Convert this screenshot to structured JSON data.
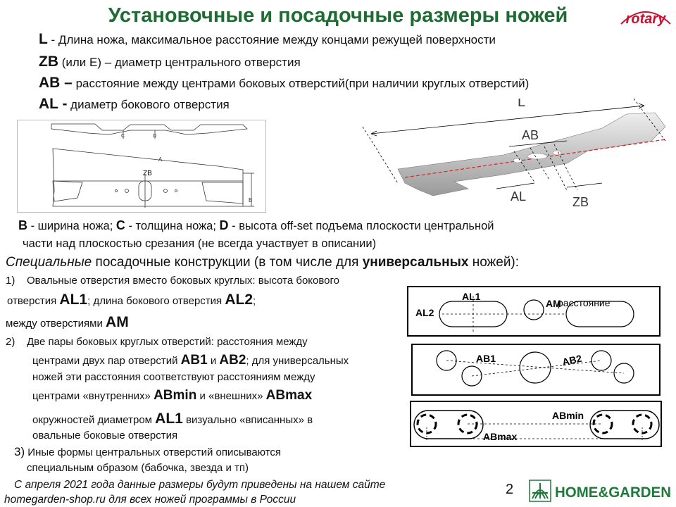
{
  "title": "Установочные и посадочные размеры ножей",
  "logo_rotary": "rotary",
  "definitions": {
    "L": {
      "term": "L",
      "text": "  - Длина ножа, максимальное  расстояние  между концами режущей поверхности"
    },
    "ZB": {
      "term": "ZB",
      "text": " (или E) – диаметр  центрального  отверстия"
    },
    "AB": {
      "term": "AB –",
      "text": " расстояние  между центрами  боковых отверстий(при  наличии  круглых отверстий)"
    },
    "AL": {
      "term": "AL -",
      "text": "  диаметр  бокового  отверстия"
    }
  },
  "fig_left": {
    "label_zb": "ZB",
    "label_a": "A",
    "label_b": "B",
    "label_c": "C",
    "label_d": "D"
  },
  "fig_right": {
    "label_l": "L",
    "label_ab": "AB",
    "label_al": "AL",
    "label_zb": "ZB"
  },
  "bcd": {
    "B": "B",
    "B_text": " - ширина ножа;",
    "C": "C",
    "C_text": " - толщина ножа;",
    "D": "D",
    "D_text": "  -  высота off-set подъема плоскости  центральной",
    "line2": "части над плоскостью срезания  (не  всегда участвует в описании)"
  },
  "special": {
    "em": "Специальные",
    "text1": " посадочные конструкции (в том числе для ",
    "strong": "универсальных",
    "text2": " ножей):"
  },
  "item1": {
    "num": "1)",
    "a": "Овальные отверстия вместо боковых круглых: высота бокового",
    "b1": "отверстия ",
    "AL1": "AL1",
    "b2": "; длина бокового отверстия ",
    "AL2": "AL2",
    "b3": ";",
    "c1": "между отверстиями ",
    "AM": "AM"
  },
  "item2": {
    "num": "2)",
    "a": "Две пары боковых круглых отверстий: расстояния между",
    "b1": "центрами двух пар отверстий ",
    "AB1": "AB1",
    "b2": " и ",
    "AB2": "AB2",
    "b3": "; для универсальных",
    "c": "ножей  эти расстояния соответствуют  расстояниям между",
    "d1": "центрами «внутренних» ",
    "ABmin": "ABmin",
    "d2": "  и «внешних» ",
    "ABmax": "ABmax",
    "e1": "окружностей диаметром ",
    "AL1": "AL1",
    "e2": " визуально «вписанных» в",
    "f": "овальные боковые отверстия"
  },
  "item3": {
    "num": "3)",
    "a": " Иные  формы центральных отверстий описываются",
    "b": "специальным образом (бабочка, звезда и тп)"
  },
  "diagram1": {
    "al1": "AL1",
    "al2": "AL2",
    "am": "AM",
    "am_text": "расстояние"
  },
  "diagram2": {
    "ab1": "AB1",
    "ab2": "AB2"
  },
  "diagram3": {
    "abmin": "ABmin",
    "abmax": "ABmax"
  },
  "footer": {
    "line1": "С апреля 2021 года данные размеры будут приведены на нашем сайте",
    "line2": "homegarden-shop.ru для всех ножей программы в России",
    "page": "2",
    "logo_text": "HOME&GARDEN"
  }
}
